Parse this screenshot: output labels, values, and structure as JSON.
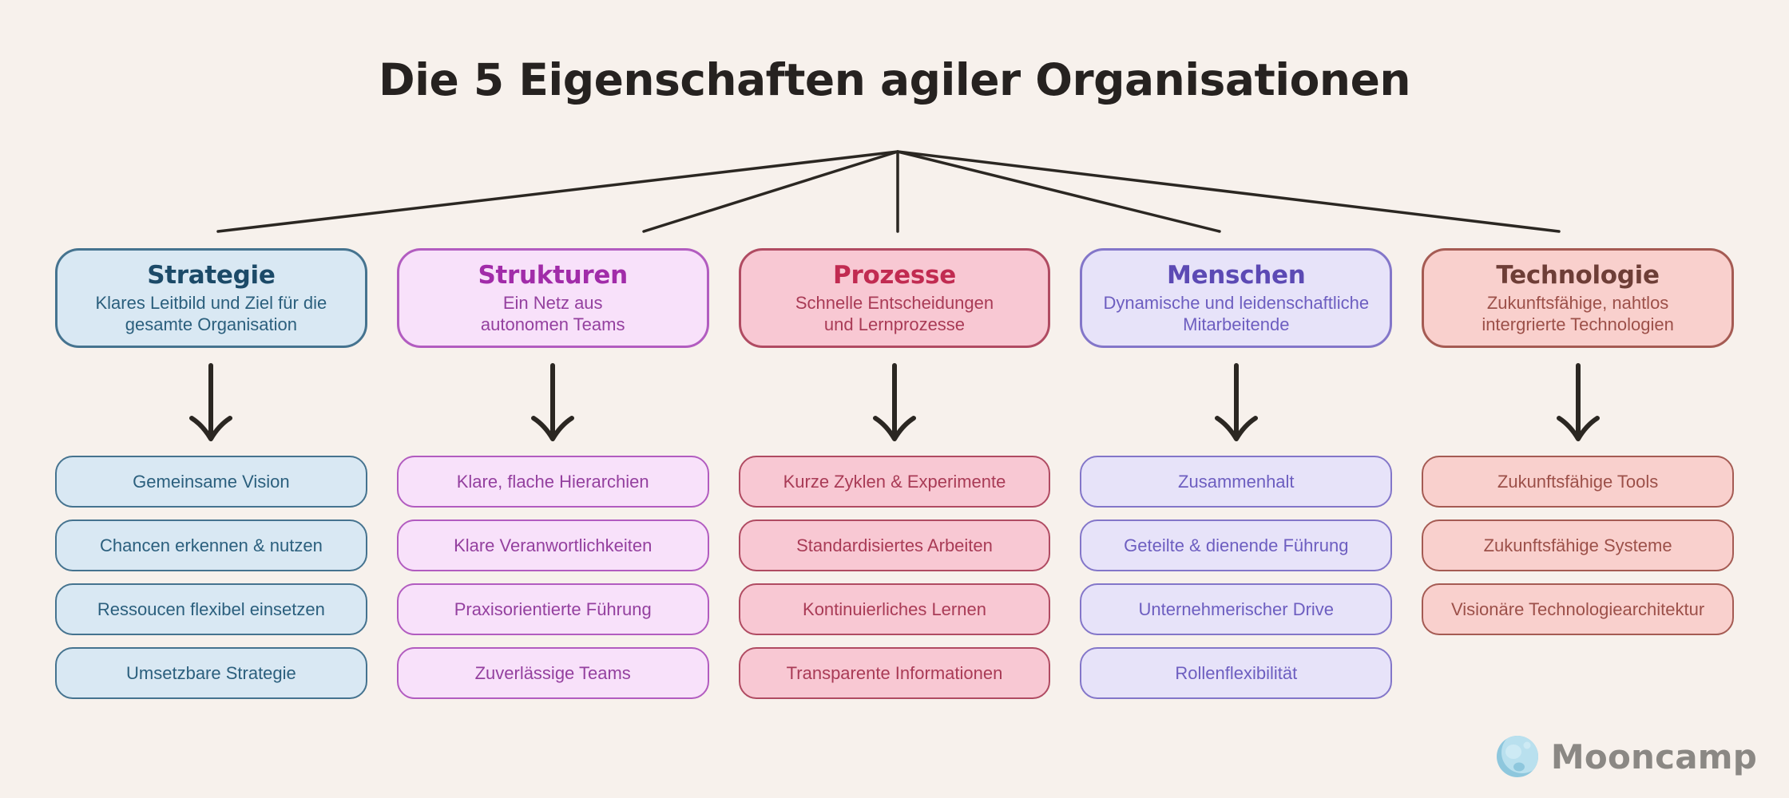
{
  "title": "Die 5 Eigenschaften agiler Organisationen",
  "columns": [
    {
      "name": "Strategie",
      "description": "Klares Leitbild und Ziel für die gesamte Organisation",
      "items": [
        "Gemeinsame Vision",
        "Chancen erkennen & nutzen",
        "Ressoucen flexibel einsetzen",
        "Umsetzbare Strategie"
      ],
      "colors": {
        "fill": "#d9e8f3",
        "border": "#45738f",
        "heading": "#1c4a68",
        "text": "#2b5f7d"
      }
    },
    {
      "name": "Strukturen",
      "description": "Ein Netz aus autonomen Teams",
      "items": [
        "Klare, flache Hierarchien",
        "Klare Veranwortlichkeiten",
        "Praxisorientierte Führung",
        "Zuverlässige Teams"
      ],
      "colors": {
        "fill": "#f8e1fa",
        "border": "#b25cc0",
        "heading": "#a12ca9",
        "text": "#94409f"
      }
    },
    {
      "name": "Prozesse",
      "description": "Schnelle Entscheidungen und Lernprozesse",
      "items": [
        "Kurze Zyklen & Experimente",
        "Standardisiertes Arbeiten",
        "Kontinuierliches Lernen",
        "Transparente Informationen"
      ],
      "colors": {
        "fill": "#f8c8d3",
        "border": "#b04b62",
        "heading": "#c12b51",
        "text": "#a93b56"
      }
    },
    {
      "name": "Menschen",
      "description": "Dynamische und leidenschaftliche Mitarbeitende",
      "items": [
        "Zusammenhalt",
        "Geteilte & dienende Führung",
        "Unternehmerischer Drive",
        "Rollenflexibilität"
      ],
      "colors": {
        "fill": "#e7e3f9",
        "border": "#8376c9",
        "heading": "#5c4ab4",
        "text": "#6d5ec0"
      }
    },
    {
      "name": "Technologie",
      "description": "Zukunftsfähige, nahtlos intergrierte Technologien",
      "items": [
        "Zukunftsfähige Tools",
        "Zukunftsfähige Systeme",
        "Visionäre Technologiearchitektur"
      ],
      "colors": {
        "fill": "#f9d0cd",
        "border": "#a55b53",
        "heading": "#6e3e37",
        "text": "#9c5049"
      }
    }
  ],
  "brand": {
    "name": "Mooncamp"
  },
  "canvas": {
    "background": "#f7f1ec",
    "line_color": "#2b2722",
    "title_color": "#262220",
    "brand_text_color": "#8b8884",
    "moon_base": "#8ec7dd",
    "moon_light": "#b9e0ee",
    "moon_crater": "#cdeaf4"
  }
}
